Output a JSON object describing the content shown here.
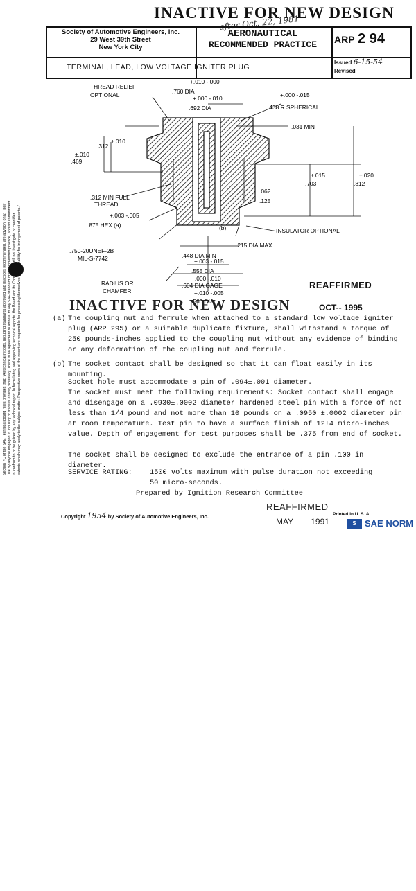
{
  "stamp_top": "INACTIVE FOR NEW DESIGN",
  "handwritten_top": "after Oct. 22, 1981",
  "header": {
    "society": "Society of Automotive Engineers, Inc.",
    "address1": "29 West 39th Street",
    "address2": "New York City",
    "title_line1": "AERONAUTICAL",
    "title_line2": "RECOMMENDED PRACTICE",
    "arp_prefix": "ARP",
    "arp_number": "2 94",
    "subject": "TERMINAL, LEAD, LOW VOLTAGE IGNITER PLUG",
    "issued_label": "Issued",
    "issued_value": "6-15-54",
    "revised_label": "Revised"
  },
  "side_note_lines": [
    "Section 7C of the SAE Technical Board rules provides that: \"All technical reports, including standards approved and practices recommended, are advisory only. Their",
    "use by anyone engaged in industry or trade is entirely voluntary. There is no agreement to adhere to any SAE standard or recommended practice, and no commitment",
    "to conform to or be guided by any technical report. In formulating and approving technical reports, the Board and its Committees will not investigate or consider",
    "patents which may apply to the subject matter. Prospective users of the report are responsible for protecting themselves against liability for infringement of patents.\""
  ],
  "drawing_labels": {
    "thread_relief": "THREAD RELIEF",
    "optional": "OPTIONAL",
    "d760": ".760 DIA",
    "d760_tol": "+.010\n-.000",
    "tol_000_010": "+.000\n-.010",
    "d692": ".692 DIA",
    "tol_000_015": "+.000\n-.015",
    "spherical": ".438 R SPHERICAL",
    "min031": ".031 MIN",
    "d312": ".312",
    "tol_010": "±.010",
    "d469": ".469",
    "tol_010b": "±.010",
    "tol_015": "±.015",
    "d703": ".703",
    "tol_020": "±.020",
    "d812": ".812",
    "d062": ".062",
    "d125": ".125",
    "thread_min1": ".312 MIN FULL",
    "thread_min2": "THREAD",
    "hex_tol": "+.003\n-.005",
    "hex": ".875 HEX (a)",
    "b_mark": "(b)",
    "insulator": "INSULATOR OPTIONAL",
    "dia215": ".215 DIA MAX",
    "thread_spec1": ".750-20UNEF-2B",
    "thread_spec2": "MIL-S-7742",
    "d448": ".448 DIA MIN",
    "tol_003_015": "+.003\n-.015",
    "d555": ".555 DIA",
    "radius1": "RADIUS OR",
    "radius2": "CHAMFER",
    "tol_000_010b": "+.000\n-.010",
    "gage": ".604 DIA GAGE",
    "tol_010_005": "+.010\n-.005",
    "d560": ".560 DIA"
  },
  "reaffirmed_1": "REAFFIRMED",
  "stamp_mid": "INACTIVE FOR NEW DESIGN",
  "reaffirmed_1_date": "OCT-- 1995",
  "paragraphs": {
    "a_mark": "(a)",
    "a_text": "The coupling nut and ferrule when attached to a standard low voltage igniter plug (ARP 295) or a suitable duplicate fixture, shall withstand a torque of 250 pounds-inches applied to the coupling nut without any evidence of binding or any deformation of the coupling nut and ferrule.",
    "b_mark": "(b)",
    "b_text": "The socket contact shall be designed so that it can float easily in its mounting.",
    "c_text": "Socket hole must accommodate a pin of .094±.001 diameter.",
    "d_text": "The socket must meet the following requirements: Socket contact shall engage and disengage on a .0930±.0002 diameter hardened steel pin with a force of not less than 1/4 pound and not more than 10 pounds on a .0950 ±.0002 diameter pin at room temperature. Test pin to have a surface finish of 12±4 micro-inches value. Depth of engagement for test purposes shall be .375 from end of socket.",
    "e_text": "The socket shall be designed to exclude the entrance of a pin .100 in diameter.",
    "service_label": "SERVICE RATING:",
    "service_text1": "1500 volts maximum with pulse duration not exceeding",
    "service_text2": "50 micro-seconds.",
    "prepared": "Prepared by Ignition Research Committee"
  },
  "footer": {
    "copyright_label": "Copyright",
    "copyright_year": "1954",
    "copyright_rest": "by Society of Automotive Engineers, Inc.",
    "reaffirmed_2": "REAFFIRMED",
    "reaffirmed_2_date_month": "MAY",
    "reaffirmed_2_date_year": "1991",
    "printed": "Printed in U. S. A.",
    "logo_text": "SAE NORM"
  }
}
